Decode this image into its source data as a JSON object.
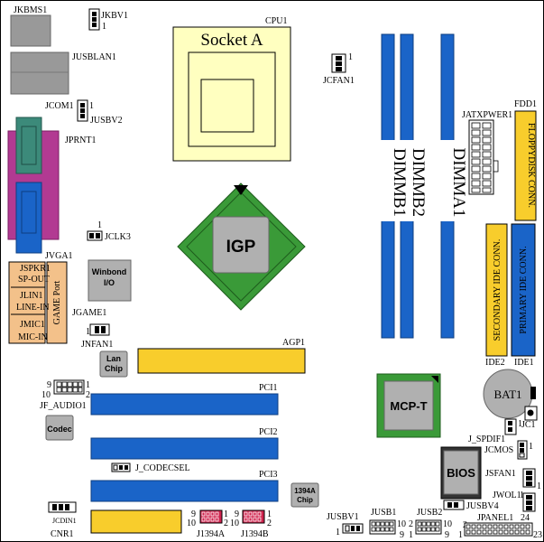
{
  "title": "",
  "labels": {
    "jkbms1": "JKBMS1",
    "jkbv1": "JKBV1",
    "cpu1": "CPU1",
    "socket": "Socket A",
    "jusblan1": "JUSBLAN1",
    "jcfan1": "JCFAN1",
    "jcom1": "JCOM1",
    "jusbv2": "JUSBV2",
    "jprnt1": "JPRNT1",
    "jatxpwer1": "JATXPWER1",
    "fdd1": "FDD1",
    "floppy": "FLOPPYDISK CONN.",
    "dimmb1": "DIMMB1",
    "dimmb2": "DIMMB2",
    "dimma1": "DIMMA1",
    "igp": "IGP",
    "jclk3": "JCLK3",
    "jvga1": "JVGA1",
    "winbond": "Winbond",
    "winbond_io": "I/O",
    "jspkr1": "JSPKR1",
    "spout": "SP-OUT",
    "jlin1": "JLIN1",
    "linein": "LINE-IN",
    "jmic1": "JMIC1",
    "micin": "MIC-IN",
    "gameport": "GAME Port",
    "jgame1": "JGAME1",
    "jnfan1": "JNFAN1",
    "lan": "Lan",
    "chip": "Chip",
    "agp1": "AGP1",
    "secondary": "SECONDARY IDE CONN.",
    "primary": "PRIMARY IDE CONN.",
    "ide2": "IDE2",
    "ide1": "IDE1",
    "jf_audio1": "JF_AUDIO1",
    "pci1": "PCI1",
    "mcpt": "MCP-T",
    "bat1": "BAT1",
    "codec": "Codec",
    "jc1": "JC1",
    "jspdif1": "J_SPDIF1",
    "pci2": "PCI2",
    "jcmos": "JCMOS",
    "jcodecsel": "J_CODECSEL",
    "bios": "BIOS",
    "jsfan1": "JSFAN1",
    "pci3": "PCI3",
    "jwol1": "JWOL1",
    "c1394a": "1394A",
    "c1394chip": "Chip",
    "jusbv4": "JUSBV4",
    "jcdin1": "JCDIN1",
    "cnr1": "CNR1",
    "j1394a": "J1394A",
    "j1394b": "J1394B",
    "jusbv1": "JUSBV1",
    "jusb1": "JUSB1",
    "jusb2": "JUSB2",
    "jpanel1": "JPANEL1"
  },
  "pins": {
    "p1": "1",
    "p2": "2",
    "p9": "9",
    "p10": "10",
    "p23": "23",
    "p24": "24"
  },
  "colors": {
    "blue": "#1a64c8",
    "yellow": "#f8cd2c",
    "lightyellow": "#ffffc0",
    "orange": "#f3c18a",
    "magenta": "#b23a92",
    "teal": "#3c8a7a",
    "green": "#3a9a38",
    "grey": "#b0b0b0",
    "red": "#d0234e"
  }
}
